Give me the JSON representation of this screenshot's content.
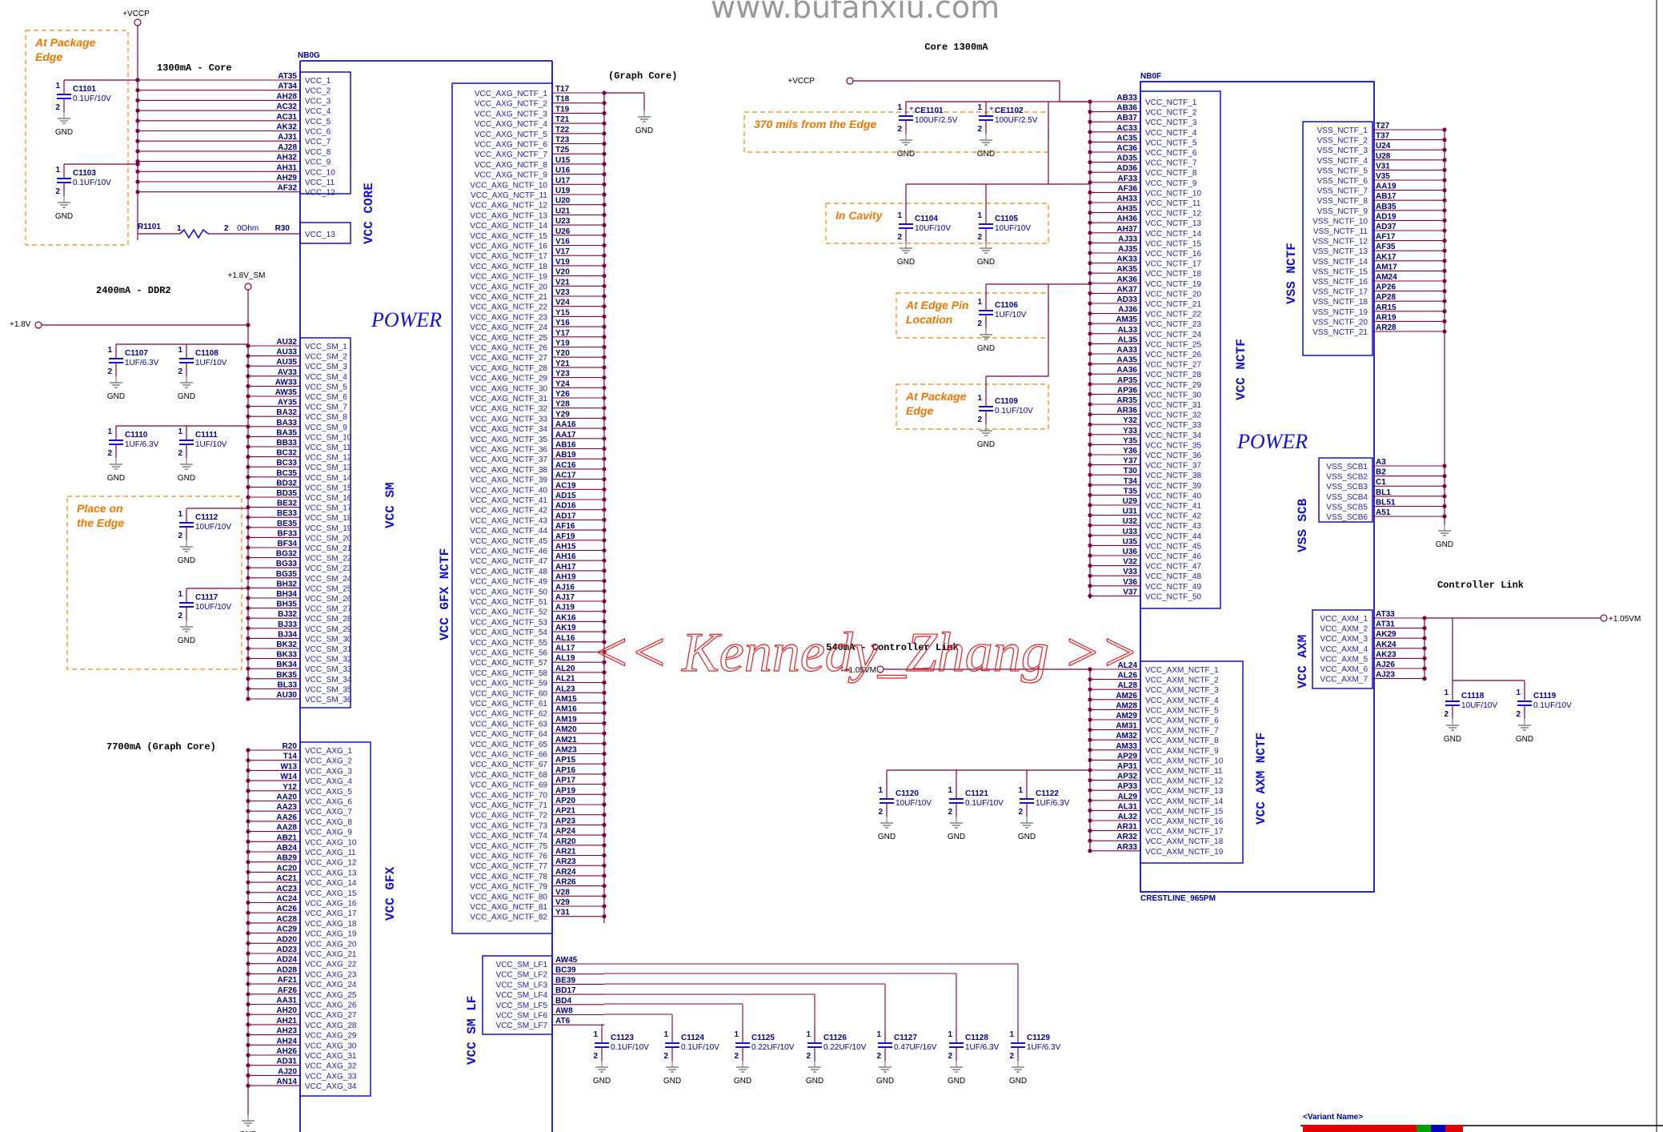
{
  "watermark": "www.bufanxiu.com",
  "author_mark": "<< Kennedy_Zhang >>",
  "nets": {
    "vccp": "+VCCP",
    "v18sm": "+1.8V_SM",
    "v18": "+1.8V",
    "v105": "+1.05VM",
    "gnd": "GND"
  },
  "titles": {
    "core_left": "1300mA - Core",
    "ddr2": "2400mA - DDR2",
    "gfx": "7700mA (Graph Core)",
    "graph_core": "(Graph Core)",
    "core_right": "Core 1300mA",
    "ctrl_link": "Controller Link",
    "ctrl_mid": "540mA - Controller Link"
  },
  "notes": {
    "pkg_edge_1": "At Package|Edge",
    "place_edge": "Place on|the Edge",
    "mils": "370 mils from the Edge",
    "cavity": "In Cavity",
    "edge_pin": "At Edge Pin|Location",
    "pkg_edge_2": "At Package|Edge"
  },
  "power_text": "POWER",
  "parts": {
    "nb0g": "NB0G",
    "nb0f": "NB0F",
    "chip": "CRESTLINE_965PM",
    "variant": "<Variant Name>"
  },
  "blocks": {
    "vcc_core": "VCC CORE",
    "vcc_sm": "VCC SM",
    "vcc_gfx": "VCC GFX",
    "vcc_gfx_nctf": "VCC GFX NCTF",
    "vcc_sm_lf": "VCC SM LF",
    "vcc_nctf": "VCC NCTF",
    "vss_nctf": "VSS NCTF",
    "vss_scb": "VSS SCB",
    "vcc_axm": "VCC AXM",
    "vcc_axm_nctf": "VCC AXM NCTF"
  },
  "resistor": {
    "ref": "R1101",
    "value": "0Ohm"
  },
  "caps": [
    {
      "ref": "C1101",
      "val": "0.1UF/10V"
    },
    {
      "ref": "C1103",
      "val": "0.1UF/10V"
    },
    {
      "ref": "C1107",
      "val": "1UF/6.3V"
    },
    {
      "ref": "C1108",
      "val": "1UF/10V"
    },
    {
      "ref": "C1110",
      "val": "1UF/6.3V"
    },
    {
      "ref": "C1111",
      "val": "1UF/10V"
    },
    {
      "ref": "C1112",
      "val": "10UF/10V"
    },
    {
      "ref": "C1117",
      "val": "10UF/10V"
    },
    {
      "ref": "CE1101",
      "val": "100UF/2.5V"
    },
    {
      "ref": "CE1102",
      "val": "100UF/2.5V"
    },
    {
      "ref": "C1104",
      "val": "10UF/10V"
    },
    {
      "ref": "C1105",
      "val": "10UF/10V"
    },
    {
      "ref": "C1106",
      "val": "1UF/10V"
    },
    {
      "ref": "C1109",
      "val": "0.1UF/10V"
    },
    {
      "ref": "C1120",
      "val": "10UF/10V"
    },
    {
      "ref": "C1121",
      "val": "0.1UF/10V"
    },
    {
      "ref": "C1122",
      "val": "1UF/6.3V"
    },
    {
      "ref": "C1118",
      "val": "10UF/10V"
    },
    {
      "ref": "C1119",
      "val": "0.1UF/10V"
    },
    {
      "ref": "C1123",
      "val": "0.1UF/10V"
    },
    {
      "ref": "C1124",
      "val": "0.1UF/10V"
    },
    {
      "ref": "C1125",
      "val": "0.22UF/10V"
    },
    {
      "ref": "C1126",
      "val": "0.22UF/10V"
    },
    {
      "ref": "C1127",
      "val": "0.47UF/16V"
    },
    {
      "ref": "C1128",
      "val": "1UF/6.3V"
    },
    {
      "ref": "C1129",
      "val": "1UF/6.3V"
    }
  ],
  "pins": {
    "core": [
      "AT35",
      "AT34",
      "AH28",
      "AC32",
      "AC31",
      "AK32",
      "AJ31",
      "AJ28",
      "AH32",
      "AH31",
      "AH29",
      "AF32"
    ],
    "core_r30": "R30",
    "sm": [
      "AU32",
      "AU33",
      "AU35",
      "AV33",
      "AW33",
      "AW35",
      "AY35",
      "BA32",
      "BA33",
      "BA35",
      "BB33",
      "BC32",
      "BC33",
      "BC35",
      "BD32",
      "BD35",
      "BE32",
      "BE33",
      "BE35",
      "BF33",
      "BF34",
      "BG32",
      "BG33",
      "BG35",
      "BH32",
      "BH34",
      "BH35",
      "BJ32",
      "BJ33",
      "BJ34",
      "BK32",
      "BK33",
      "BK34",
      "BK35",
      "BL33",
      "AU30"
    ],
    "axg": [
      "R20",
      "T14",
      "W13",
      "W14",
      "Y12",
      "AA20",
      "AA23",
      "AA26",
      "AA28",
      "AB21",
      "AB24",
      "AB29",
      "AC20",
      "AC21",
      "AC23",
      "AC24",
      "AC26",
      "AC28",
      "AC29",
      "AD20",
      "AD23",
      "AD24",
      "AD28",
      "AF21",
      "AF26",
      "AA31",
      "AH20",
      "AH21",
      "AH23",
      "AH24",
      "AH26",
      "AD31",
      "AJ20",
      "AN14"
    ],
    "axg_nctf": [
      "T17",
      "T18",
      "T19",
      "T21",
      "T22",
      "T23",
      "T25",
      "U15",
      "U16",
      "U17",
      "U19",
      "U20",
      "U21",
      "U23",
      "U26",
      "V16",
      "V17",
      "V19",
      "V20",
      "V21",
      "V23",
      "V24",
      "Y15",
      "Y16",
      "Y17",
      "Y19",
      "Y20",
      "Y21",
      "Y23",
      "Y24",
      "Y26",
      "Y28",
      "Y29",
      "AA16",
      "AA17",
      "AB16",
      "AB19",
      "AC16",
      "AC17",
      "AC19",
      "AD15",
      "AD16",
      "AD17",
      "AF16",
      "AF19",
      "AH15",
      "AH16",
      "AH17",
      "AH19",
      "AJ16",
      "AJ17",
      "AJ19",
      "AK16",
      "AK19",
      "AL16",
      "AL17",
      "AL19",
      "AL20",
      "AL21",
      "AL23",
      "AM15",
      "AM16",
      "AM19",
      "AM20",
      "AM21",
      "AM23",
      "AP15",
      "AP16",
      "AP17",
      "AP19",
      "AP20",
      "AP21",
      "AP23",
      "AP24",
      "AR20",
      "AR21",
      "AR23",
      "AR24",
      "AR26",
      "V28",
      "V29",
      "Y31"
    ],
    "sm_lf": [
      "AW45",
      "BC39",
      "BE39",
      "BD17",
      "BD4",
      "AW8",
      "AT6"
    ],
    "nctf": [
      "AB33",
      "AB36",
      "AB37",
      "AC33",
      "AC35",
      "AC36",
      "AD35",
      "AD36",
      "AF33",
      "AF36",
      "AH33",
      "AH35",
      "AH36",
      "AH37",
      "AJ33",
      "AJ35",
      "AK33",
      "AK35",
      "AK36",
      "AK37",
      "AD33",
      "AJ36",
      "AM35",
      "AL33",
      "AL35",
      "AA33",
      "AA35",
      "AA36",
      "AP35",
      "AP36",
      "AR35",
      "AR36",
      "Y32",
      "Y33",
      "Y35",
      "Y36",
      "Y37",
      "T30",
      "T34",
      "T35",
      "U29",
      "U31",
      "U32",
      "U33",
      "U35",
      "U36",
      "V32",
      "V33",
      "V36",
      "V37"
    ],
    "vss_nctf": [
      "T27",
      "T37",
      "U24",
      "U28",
      "V31",
      "V35",
      "AA19",
      "AB17",
      "AB35",
      "AD19",
      "AD37",
      "AF17",
      "AF35",
      "AK17",
      "AM17",
      "AM24",
      "AP26",
      "AP28",
      "AR15",
      "AR19",
      "AR28"
    ],
    "vss_scb": [
      "A3",
      "B2",
      "C1",
      "BL1",
      "BL51",
      "A51"
    ],
    "axm": [
      "AT33",
      "AT31",
      "AK29",
      "AK24",
      "AK23",
      "AJ26",
      "AJ23"
    ],
    "axm_nctf": [
      "AL24",
      "AL26",
      "AL28",
      "AM26",
      "AM28",
      "AM29",
      "AM31",
      "AM32",
      "AM33",
      "AP29",
      "AP31",
      "AP32",
      "AP33",
      "AL29",
      "AL31",
      "AL32",
      "AR31",
      "AR32",
      "AR33"
    ]
  },
  "sigs": {
    "core_prefix": "VCC_",
    "sm_prefix": "VCC_SM_",
    "axg_prefix": "VCC_AXG_",
    "axg_nctf_prefix": "VCC_AXG_NCTF_",
    "sm_lf_prefix": "VCC_SM_LF",
    "nctf_prefix": "VCC_NCTF_",
    "vss_nctf_prefix": "VSS_NCTF_",
    "scb_prefix": "VSS_SCB",
    "axm_prefix": "VCC_AXM_",
    "axm_nctf_prefix": "VCC_AXM_NCTF_"
  }
}
